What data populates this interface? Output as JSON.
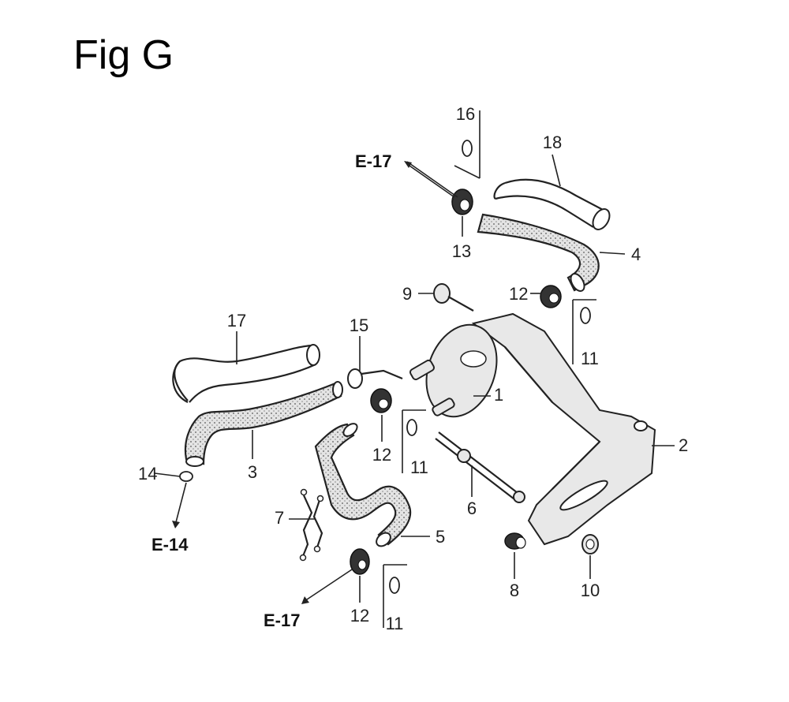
{
  "title": "Fig G",
  "labels": {
    "p1": "1",
    "p2": "2",
    "p3": "3",
    "p4": "4",
    "p5": "5",
    "p6": "6",
    "p7": "7",
    "p8": "8",
    "p9": "9",
    "p10": "10",
    "p11a": "11",
    "p11b": "11",
    "p11c": "11",
    "p12a": "12",
    "p12b": "12",
    "p12c": "12",
    "p13": "13",
    "p14": "14",
    "p15": "15",
    "p16": "16",
    "p17": "17",
    "p18": "18"
  },
  "refs": {
    "e17_top": "E-17",
    "e17_bottom": "E-17",
    "e14": "E-14"
  }
}
